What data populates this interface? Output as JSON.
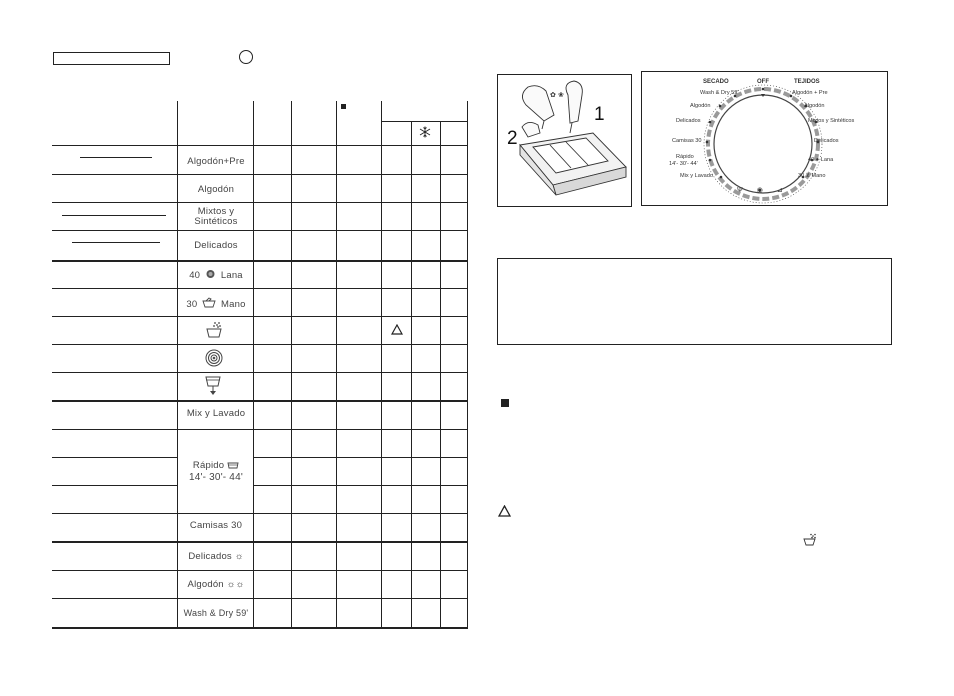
{
  "header": {
    "label_box": "",
    "circle": ""
  },
  "table": {
    "programs": [
      {
        "label": "Algodón+Pre"
      },
      {
        "label": "Algodón"
      },
      {
        "label": "Mixtos y"
      },
      {
        "label": "Sintéticos"
      },
      {
        "label": "Delicados"
      },
      {
        "label": "40",
        "suffix": "Lana"
      },
      {
        "label": "30",
        "suffix": "Mano"
      },
      {
        "label": "Mix y Lavado"
      },
      {
        "label": "Rápido",
        "times": "14'- 30'- 44'"
      },
      {
        "label": "Camisas 30"
      },
      {
        "label": "Delicados"
      },
      {
        "label": "Algodón"
      },
      {
        "label": "Wash & Dry 59'"
      }
    ],
    "icons": [
      "square-icon",
      "snowflake-icon",
      "rinse-icon",
      "spin-icon",
      "drain-icon",
      "triangle-icon",
      "sun-icon"
    ]
  },
  "drawer": {
    "label_1": "1",
    "label_2": "2"
  },
  "dial": {
    "header_left": "SECADO",
    "header_center": "OFF",
    "header_right": "TEJIDOS",
    "left_labels": [
      "Wash & Dry 59'",
      "Algodón",
      "Delicados",
      "Camisas 30",
      "Rápido ",
      "14'- 30'- 44'",
      "Mix y Lavado"
    ],
    "right_labels": [
      "Algodón + Pre",
      "Algodón",
      "Mixtos y Sintéticos",
      "Delicados",
      "Lana",
      "Mano"
    ],
    "right_prefix": [
      "40",
      "30"
    ]
  },
  "colors": {
    "line": "#222222",
    "dial_ring": "#9a9a9a"
  }
}
